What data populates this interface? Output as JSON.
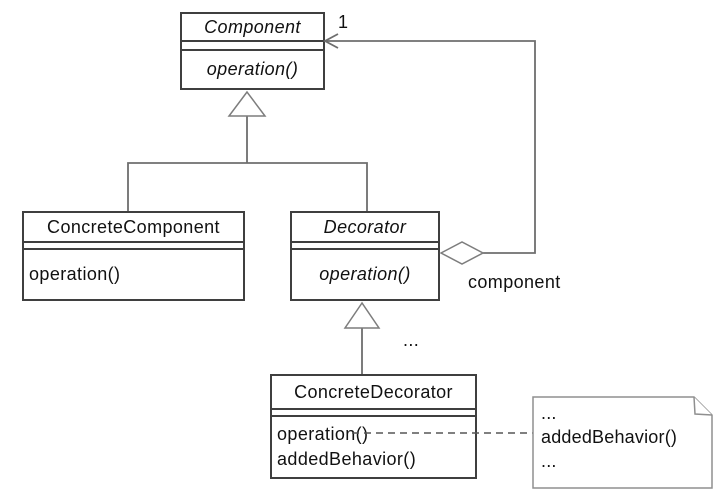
{
  "diagram_type": "uml-class-diagram",
  "classes": {
    "component": {
      "name": "Component",
      "operations": [
        "operation()"
      ]
    },
    "concrete_component": {
      "name": "ConcreteComponent",
      "operations": [
        "operation()"
      ]
    },
    "decorator": {
      "name": "Decorator",
      "operations": [
        "operation()"
      ]
    },
    "concrete_decorator": {
      "name": "ConcreteDecorator",
      "operations": [
        "operation()",
        "addedBehavior()"
      ]
    }
  },
  "relationships": {
    "multiplicity_label": "1",
    "aggregation_role_label": "component",
    "more_decorators_ellipsis": "..."
  },
  "note": {
    "lines": [
      "...",
      "addedBehavior()",
      "..."
    ]
  },
  "colors": {
    "background": "#ffffff",
    "box_border": "#3f3f3f",
    "connector": "#6e6e6e",
    "note_border": "#8f8f8f",
    "text": "#111111"
  }
}
